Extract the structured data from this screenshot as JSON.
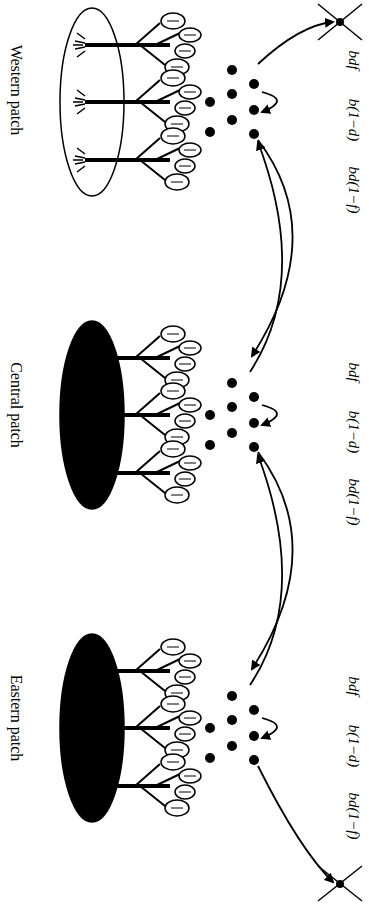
{
  "diagram": {
    "labels": [
      "Western patch",
      "Central patch",
      "Eastern patch",
      "bdf",
      "b(1−d)",
      "bd(1−f)",
      "bdf",
      "b(1−d)",
      "bd(1−f)",
      "bdf",
      "b(1−d)",
      "bd(1−f)"
    ]
  }
}
